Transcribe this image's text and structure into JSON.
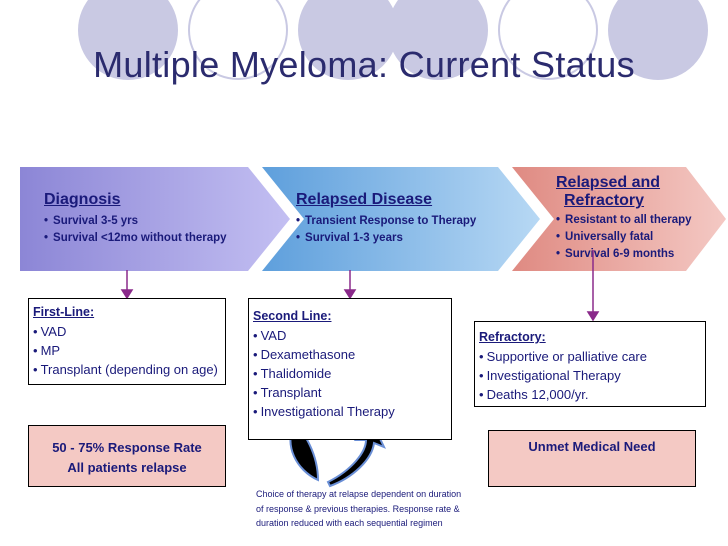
{
  "title": "Multiple Myeloma:  Current Status",
  "stages": [
    {
      "label": "Diagnosis",
      "items": [
        "Survival  3-5 yrs",
        "Survival <12mo without therapy"
      ]
    },
    {
      "label": "Relapsed Disease",
      "items": [
        "Transient Response to Therapy",
        "Survival 1-3 years"
      ]
    },
    {
      "label_line1": "Relapsed and",
      "label_line2": "Refractory",
      "items": [
        "Resistant to all therapy",
        "Universally fatal",
        "Survival 6-9 months"
      ]
    }
  ],
  "boxes": {
    "first_line": {
      "heading": "First-Line:",
      "items": [
        "VAD",
        "MP",
        "Transplant (depending on age)"
      ]
    },
    "second_line": {
      "heading": "Second Line:",
      "items": [
        "VAD",
        "Dexamethasone",
        "Thalidomide",
        "Transplant",
        "Investigational Therapy"
      ]
    },
    "refractory": {
      "heading": "Refractory:",
      "items": [
        "Supportive or palliative care",
        "Investigational Therapy",
        "Deaths 12,000/yr."
      ]
    },
    "response": {
      "line1": "50 - 75% Response Rate",
      "line2": "All patients relapse"
    },
    "unmet": {
      "text": "Unmet Medical Need"
    }
  },
  "note": "Choice of therapy at relapse dependent on duration of response & previous therapies. Response rate & duration reduced with each sequential regimen",
  "colors": {
    "title": "#2b2b6e",
    "text": "#1a1a7a",
    "stage1": "#a9a3e6",
    "stage2": "#7fb6e8",
    "stage3": "#e89f98",
    "connector": "#8a2a8a"
  }
}
